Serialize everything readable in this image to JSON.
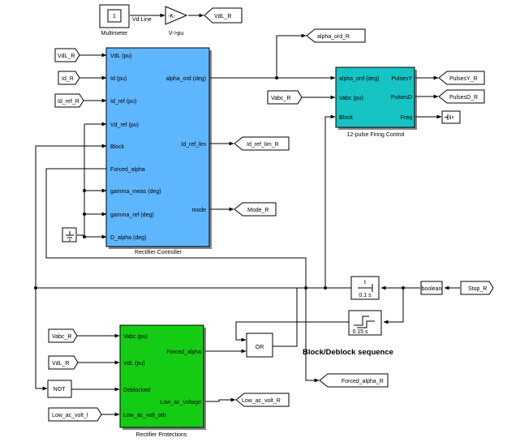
{
  "colors": {
    "controller_fill": "#5eb6ff",
    "firing_fill": "#17c4c4",
    "protections_fill": "#14cc14",
    "background": "#ffffff",
    "line": "#000000"
  },
  "multimeter": {
    "value": "1",
    "caption": "Multimeter",
    "signal": "Vd Line"
  },
  "gain": {
    "symbol": "-K-",
    "caption": "V->pu"
  },
  "tags": {
    "vdl_out": "VdL_R",
    "vdl_in": "VdL_R",
    "id_in": "Id_R",
    "idref_in": "Id_ref_R",
    "alpha_ord": "alpha_ord_R",
    "vabc_fire": "Vabc_R",
    "pulses_y": "PulsesY_R",
    "pulses_d": "PulsesD_R",
    "idref_lim": "Id_ref_lim_R",
    "mode": "Mode_R",
    "stop": "Stop_R",
    "vabc_prot": "Vabc_R",
    "vdl_prot": "VdL_R",
    "low_ac_thr": "Low_ac_volt_l",
    "forced_alpha": "Forced_alpha_R",
    "low_ac_volt": "Low_ac_volt_R"
  },
  "controller": {
    "caption": "Rectifier Controller",
    "inputs": [
      "VdL (pu)",
      "Id (pu)",
      "Id_ref (pu)",
      "Vd_ref (pu)",
      "Block",
      "Forced_alpha",
      "gamma_meas (deg)",
      "gamma_ref (deg)",
      "D_alpha (deg)"
    ],
    "outputs": [
      "alpha_ord (deg)",
      "Id_ref_lim",
      "mode"
    ]
  },
  "firing": {
    "caption": "12-pulse Firing Control",
    "inputs": [
      "alpha_ord (deg)",
      "Vabc (pu)",
      "Block"
    ],
    "outputs": [
      "PulsesY",
      "PulsesD",
      "Freq"
    ]
  },
  "protections": {
    "caption": "Rectifier Protections",
    "inputs": [
      "Vabc (pu)",
      "VdL (pu)",
      "Deblocked",
      "Low_ac_volt_oth"
    ],
    "outputs": [
      "Forced_alpha",
      "Low_ac_voltage"
    ]
  },
  "step_block": {
    "symbol": "t",
    "caption": "0.1 s"
  },
  "step_block2": {
    "caption": "0.15 s"
  },
  "convert": {
    "label": "boolean"
  },
  "or_gate": {
    "label": "OR"
  },
  "not_gate": {
    "label": "NOT"
  },
  "sequence_label": "Block/Deblock sequence"
}
